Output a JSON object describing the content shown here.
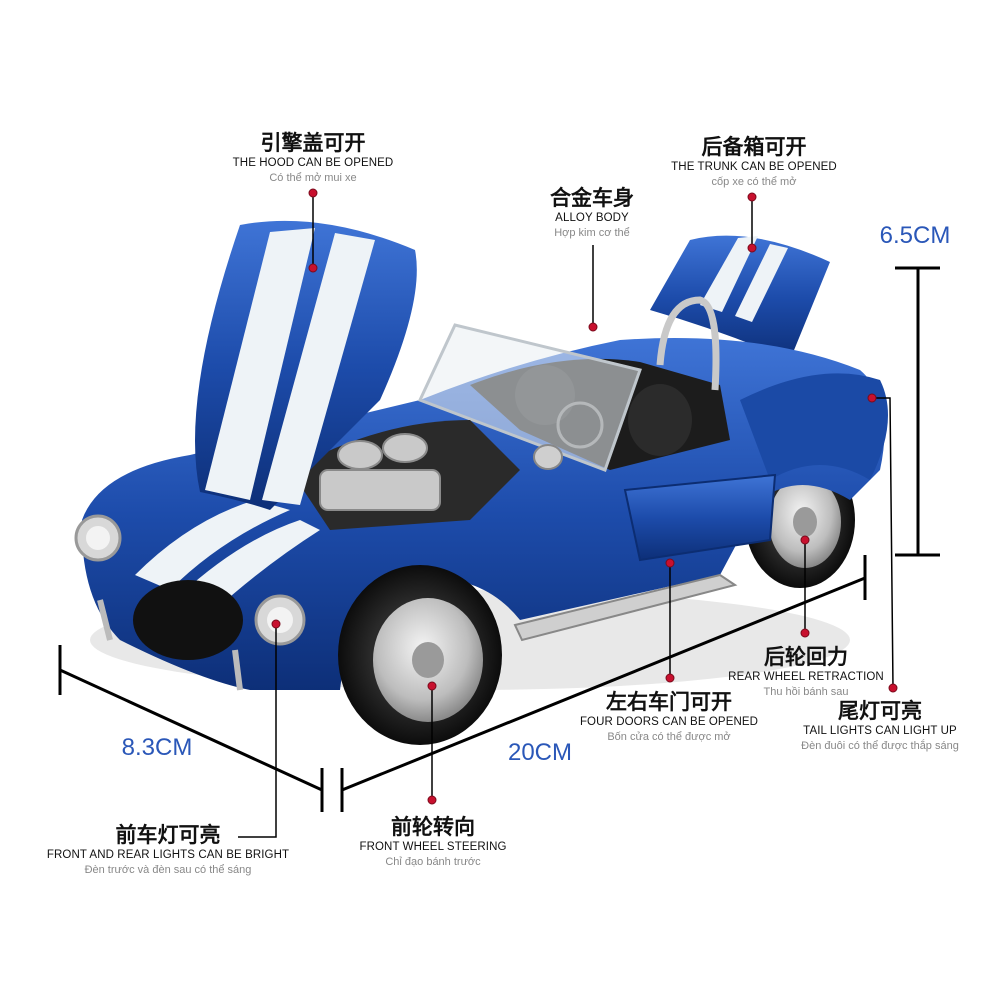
{
  "features": {
    "hood": {
      "zh": "引擎盖可开",
      "en": "THE HOOD CAN BE OPENED",
      "vi": "Có thể mở mui xe"
    },
    "trunk": {
      "zh": "后备箱可开",
      "en": "THE TRUNK CAN BE OPENED",
      "vi": "cốp xe có thể mở"
    },
    "body": {
      "zh": "合金车身",
      "en": "ALLOY BODY",
      "vi": "Hợp kim cơ thể"
    },
    "rear_wheel": {
      "zh": "后轮回力",
      "en": "REAR WHEEL RETRACTION",
      "vi": "Thu hồi bánh sau"
    },
    "tail_lights": {
      "zh": "尾灯可亮",
      "en": "TAIL LIGHTS CAN LIGHT UP",
      "vi": "Đèn đuôi có thể được thắp sáng"
    },
    "doors": {
      "zh": "左右车门可开",
      "en": "FOUR DOORS CAN BE OPENED",
      "vi": "Bốn cửa có thể được mở"
    },
    "steering": {
      "zh": "前轮转向",
      "en": "FRONT WHEEL STEERING",
      "vi": "Chỉ đạo bánh trước"
    },
    "lights": {
      "zh": "前车灯可亮",
      "en": "FRONT AND REAR LIGHTS CAN BE BRIGHT",
      "vi": "Đèn trước và đèn sau có thể sáng"
    }
  },
  "dimensions": {
    "height": "6.5CM",
    "width": "8.3CM",
    "length": "20CM"
  },
  "colors": {
    "accent": "#2a57b8",
    "marker": "#c8102e",
    "car_body": "#1e4fae",
    "stripe": "#eef3f7"
  }
}
